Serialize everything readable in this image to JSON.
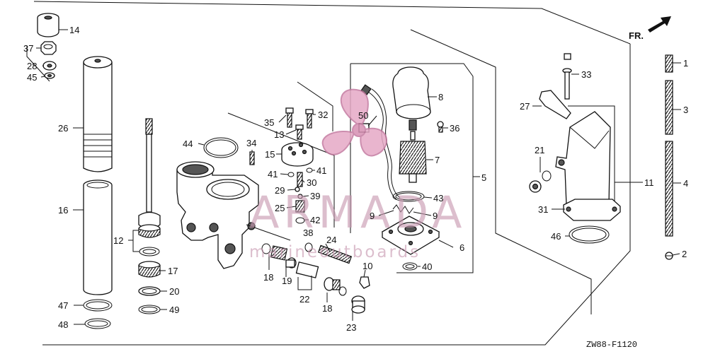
{
  "diagram": {
    "drawing_code": "ZW88-F1120",
    "direction_label": "FR.",
    "watermark": {
      "brand": "ARMADA",
      "tagline": "marineoutboards"
    },
    "callouts": [
      {
        "id": "c1",
        "text": "1"
      },
      {
        "id": "c2",
        "text": "2"
      },
      {
        "id": "c3",
        "text": "3"
      },
      {
        "id": "c4",
        "text": "4"
      },
      {
        "id": "c5",
        "text": "5"
      },
      {
        "id": "c6",
        "text": "6"
      },
      {
        "id": "c7",
        "text": "7"
      },
      {
        "id": "c8",
        "text": "8"
      },
      {
        "id": "c9a",
        "text": "9"
      },
      {
        "id": "c9b",
        "text": "9"
      },
      {
        "id": "c10",
        "text": "10"
      },
      {
        "id": "c11",
        "text": "11"
      },
      {
        "id": "c12",
        "text": "12"
      },
      {
        "id": "c13",
        "text": "13"
      },
      {
        "id": "c14",
        "text": "14"
      },
      {
        "id": "c15",
        "text": "15"
      },
      {
        "id": "c16",
        "text": "16"
      },
      {
        "id": "c17",
        "text": "17"
      },
      {
        "id": "c18a",
        "text": "18"
      },
      {
        "id": "c18b",
        "text": "18"
      },
      {
        "id": "c19",
        "text": "19"
      },
      {
        "id": "c20",
        "text": "20"
      },
      {
        "id": "c21",
        "text": "21"
      },
      {
        "id": "c22",
        "text": "22"
      },
      {
        "id": "c23",
        "text": "23"
      },
      {
        "id": "c24",
        "text": "24"
      },
      {
        "id": "c25",
        "text": "25"
      },
      {
        "id": "c26",
        "text": "26"
      },
      {
        "id": "c27",
        "text": "27"
      },
      {
        "id": "c28",
        "text": "28"
      },
      {
        "id": "c29",
        "text": "29"
      },
      {
        "id": "c30",
        "text": "30"
      },
      {
        "id": "c31",
        "text": "31"
      },
      {
        "id": "c32",
        "text": "32"
      },
      {
        "id": "c33",
        "text": "33"
      },
      {
        "id": "c34",
        "text": "34"
      },
      {
        "id": "c35",
        "text": "35"
      },
      {
        "id": "c36",
        "text": "36"
      },
      {
        "id": "c37",
        "text": "37"
      },
      {
        "id": "c38",
        "text": "38"
      },
      {
        "id": "c39",
        "text": "39"
      },
      {
        "id": "c40",
        "text": "40"
      },
      {
        "id": "c41a",
        "text": "41"
      },
      {
        "id": "c41b",
        "text": "41"
      },
      {
        "id": "c42",
        "text": "42"
      },
      {
        "id": "c43",
        "text": "43"
      },
      {
        "id": "c44",
        "text": "44"
      },
      {
        "id": "c45",
        "text": "45"
      },
      {
        "id": "c46",
        "text": "46"
      },
      {
        "id": "c47",
        "text": "47"
      },
      {
        "id": "c48",
        "text": "48"
      },
      {
        "id": "c49",
        "text": "49"
      },
      {
        "id": "c50",
        "text": "50"
      }
    ]
  }
}
